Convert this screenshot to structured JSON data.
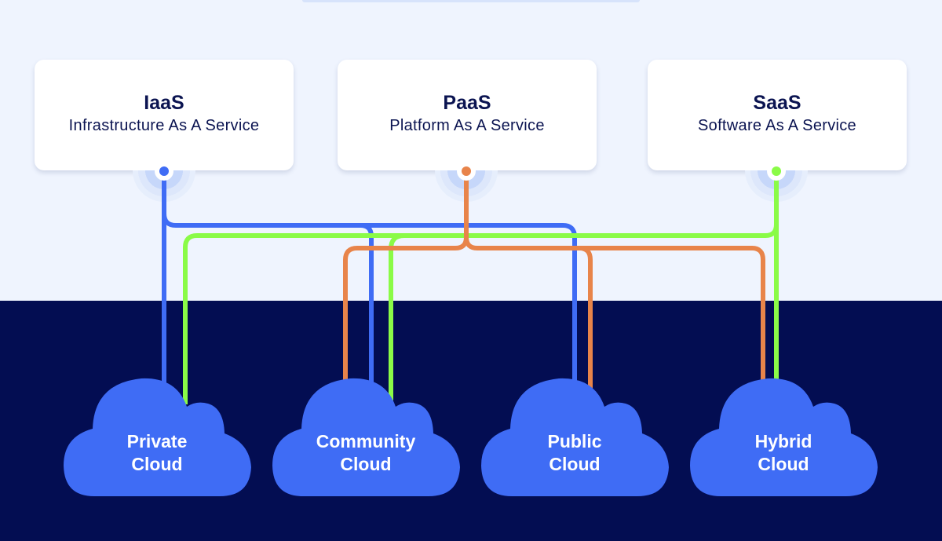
{
  "colors": {
    "background": "#eff4fe",
    "dark_band": "#030d52",
    "card_text": "#0b1451",
    "cloud_fill": "#3f6cf5",
    "iaas_line": "#3f6cf5",
    "paas_line": "#e8844a",
    "saas_line": "#8afb47"
  },
  "services": [
    {
      "abbr": "IaaS",
      "full": "Infrastructure As A Service",
      "color": "#3f6cf5",
      "connects_to": [
        "Private Cloud",
        "Community Cloud",
        "Public Cloud"
      ]
    },
    {
      "abbr": "PaaS",
      "full": "Platform As A Service",
      "color": "#e8844a",
      "connects_to": [
        "Community Cloud",
        "Public Cloud",
        "Hybrid Cloud"
      ]
    },
    {
      "abbr": "SaaS",
      "full": "Software As A Service",
      "color": "#8afb47",
      "connects_to": [
        "Private Cloud",
        "Community Cloud",
        "Hybrid Cloud"
      ]
    }
  ],
  "clouds": [
    {
      "line1": "Private",
      "line2": "Cloud"
    },
    {
      "line1": "Community",
      "line2": "Cloud"
    },
    {
      "line1": "Public",
      "line2": "Cloud"
    },
    {
      "line1": "Hybrid",
      "line2": "Cloud"
    }
  ]
}
